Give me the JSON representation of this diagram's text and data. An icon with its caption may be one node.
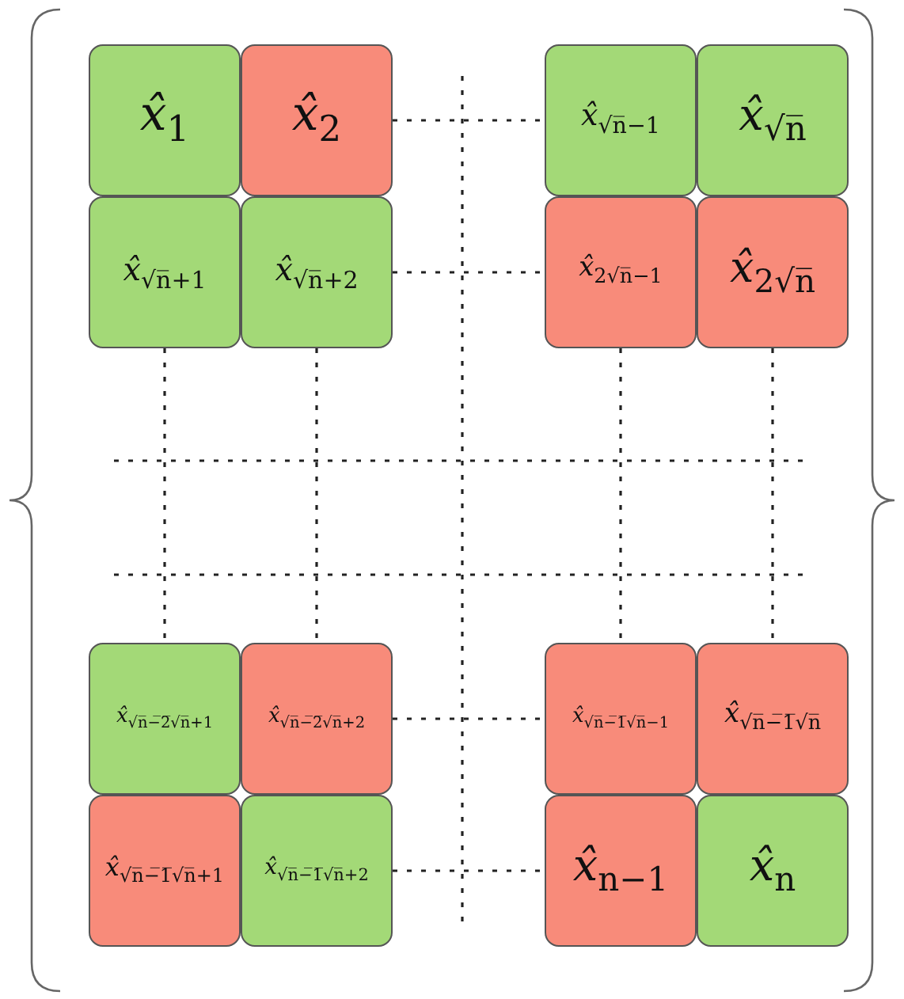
{
  "diagram": {
    "nodes": [
      {
        "text": [
          "*x̂*$_{1}$"
        ]
      },
      {
        "text": [
          "*x̂*$_{2}$"
        ]
      },
      {
        "text": [
          "*x̂*$_{√n̅−1}$"
        ]
      },
      {
        "text": [
          "*x̂*$_{√n̅}$"
        ]
      },
      {
        "text": [
          "*x̂*$_{√n̅+1}$"
        ]
      },
      {
        "text": [
          "*x̂*$_{√n̅+2}$"
        ]
      },
      {
        "text": [
          "*x̂*$_{2√n̅−1}$"
        ]
      },
      {
        "text": [
          "*x̂*$_{2√n̅}$"
        ]
      },
      {
        "text": [
          "*x̂*$_{√n̅−̅2̅√n̅+1}$"
        ]
      },
      {
        "text": [
          "*x̂*$_{√n̅−̅2̅√n̅+2}$"
        ]
      },
      {
        "text": [
          "*x̂*$_{√n̅−̅1̅√n̅−1}$"
        ]
      },
      {
        "text": [
          "*x̂*$_{√n̅−̅1̅√n̅}$"
        ]
      },
      {
        "text": [
          "*x̂*$_{√n̅−̅1̅√n̅+1}$"
        ]
      },
      {
        "text": [
          "*x̂*$_{√n̅−̅1̅√n̅+2}$"
        ]
      },
      {
        "text": [
          "*x̂*$_{n−1}$"
        ]
      },
      {
        "text": [
          "*x̂*$_{n}$"
        ]
      }
    ],
    "edges": [
      {
        "from": 1,
        "to": 2,
        "arrow": "none",
        "style": "dashed"
      },
      {
        "from": 5,
        "to": 6,
        "arrow": "none",
        "style": "dashed"
      },
      {
        "from": 9,
        "to": 10,
        "arrow": "none",
        "style": "dashed"
      },
      {
        "from": 13,
        "to": 14,
        "arrow": "none",
        "style": "dashed"
      },
      {
        "from": 4,
        "to": 8,
        "arrow": "none",
        "style": "dashed"
      },
      {
        "from": 5,
        "to": 9,
        "arrow": "none",
        "style": "dashed"
      },
      {
        "from": 6,
        "to": 10,
        "arrow": "none",
        "style": "dashed"
      },
      {
        "from": 7,
        "to": 11,
        "arrow": "none",
        "style": "dashed"
      }
    ]
  }
}
